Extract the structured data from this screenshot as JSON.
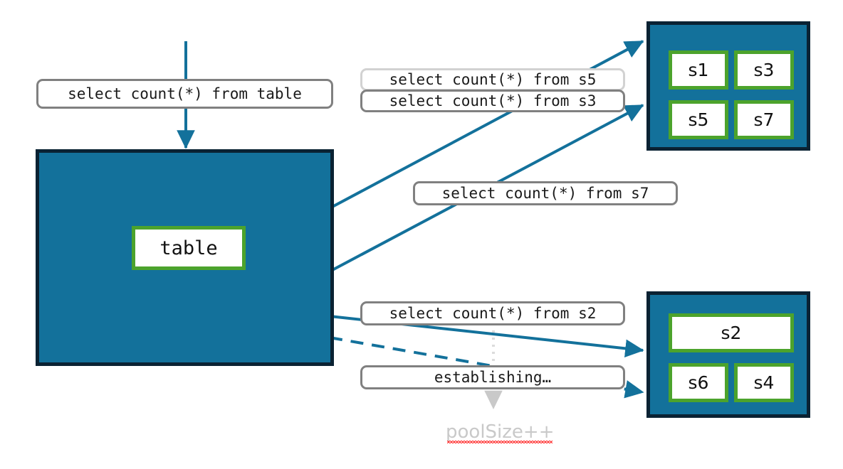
{
  "diagram": {
    "title": "connection pool query routing diagram",
    "colors": {
      "panel_fill": "#13719B",
      "panel_border": "#0A2233",
      "node_border": "#4CA32C",
      "node_fill": "#ffffff",
      "edge": "#13719B",
      "chip_border": "#808080",
      "chip_border_faint": "#D2D2D2",
      "ghost_text": "#C9C9C9",
      "spellcheck_underline": "#FF2D2D"
    }
  },
  "table_box": {
    "node_label": "table"
  },
  "incoming_query": {
    "label": "select count(*) from table"
  },
  "chips": [
    {
      "id": "chip-s5",
      "label": "select count(*) from s5",
      "style": "faint"
    },
    {
      "id": "chip-s3",
      "label": "select count(*) from s3",
      "style": "normal"
    },
    {
      "id": "chip-s7",
      "label": "select count(*) from s7",
      "style": "normal"
    },
    {
      "id": "chip-s2",
      "label": "select count(*) from s2",
      "style": "normal"
    },
    {
      "id": "chip-establishing",
      "label": "establishing…",
      "style": "normal"
    }
  ],
  "pool_panel_top": {
    "nodes": [
      "s1",
      "s3",
      "s5",
      "s7"
    ]
  },
  "pool_panel_bottom": {
    "nodes": [
      "s2",
      "s6",
      "s4"
    ]
  },
  "pool_counter": {
    "label": "poolSize++"
  }
}
